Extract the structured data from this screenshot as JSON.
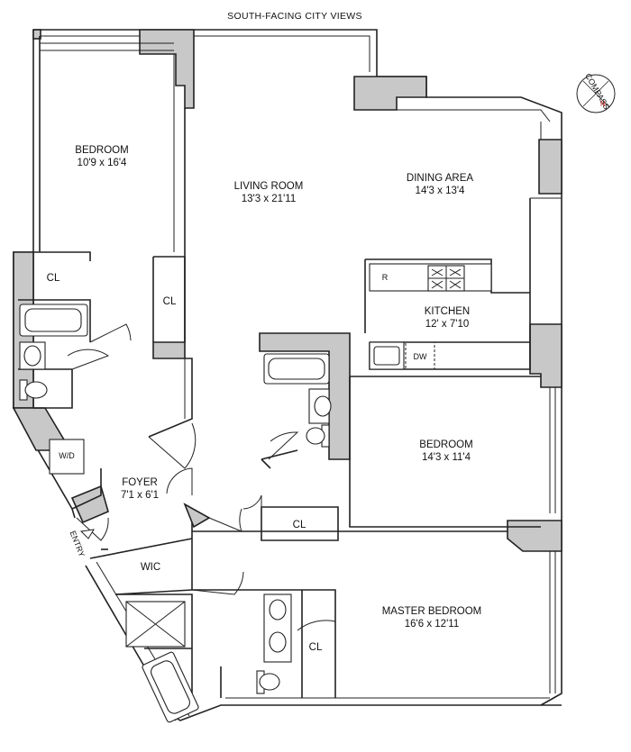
{
  "header": {
    "view_label": "SOUTH-FACING CITY VIEWS"
  },
  "compass": {
    "label": "COMPASS",
    "north": "N",
    "north_color": "#d32020"
  },
  "rooms": {
    "bedroom_west": {
      "name": "BEDROOM",
      "size": "10'9 x 16'4"
    },
    "living": {
      "name": "LIVING ROOM",
      "size": "13'3 x 21'11"
    },
    "dining": {
      "name": "DINING AREA",
      "size": "14'3 x 13'4"
    },
    "kitchen": {
      "name": "KITCHEN",
      "size": "12' x 7'10"
    },
    "bedroom_east": {
      "name": "BEDROOM",
      "size": "14'3 x 11'4"
    },
    "foyer": {
      "name": "FOYER",
      "size": "7'1 x 6'1"
    },
    "master": {
      "name": "MASTER BEDROOM",
      "size": "16'6 x 12'11"
    }
  },
  "labels": {
    "closet": "CL",
    "wic": "WIC",
    "washer_dryer": "W/D",
    "refrigerator": "R",
    "dishwasher": "DW",
    "entry": "ENTRY"
  },
  "colors": {
    "wall_fill": "#c8c8c8",
    "line": "#222222"
  }
}
